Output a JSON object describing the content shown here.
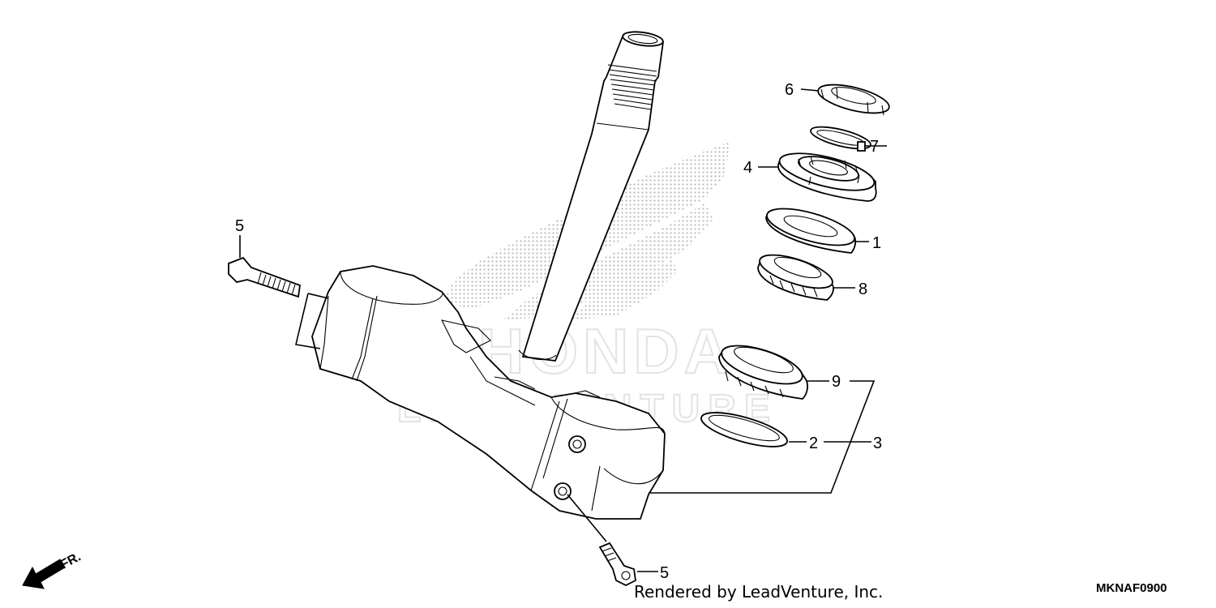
{
  "watermark": {
    "brand_mark": "honda-wing-logo",
    "text_mark": "LEADVENTURE"
  },
  "parts": [
    {
      "id": "part-1",
      "callout": "1"
    },
    {
      "id": "part-2",
      "callout": "2"
    },
    {
      "id": "part-3",
      "callout": "3"
    },
    {
      "id": "part-4",
      "callout": "4"
    },
    {
      "id": "part-5-top",
      "callout": "5"
    },
    {
      "id": "part-5-bottom",
      "callout": "5"
    },
    {
      "id": "part-6",
      "callout": "6"
    },
    {
      "id": "part-7",
      "callout": "7"
    },
    {
      "id": "part-8",
      "callout": "8"
    },
    {
      "id": "part-9",
      "callout": "9"
    }
  ],
  "direction_indicator": {
    "label": "FR."
  },
  "footer": {
    "credit": "Rendered by LeadVenture, Inc.",
    "diagram_code": "MKNAF0900"
  }
}
